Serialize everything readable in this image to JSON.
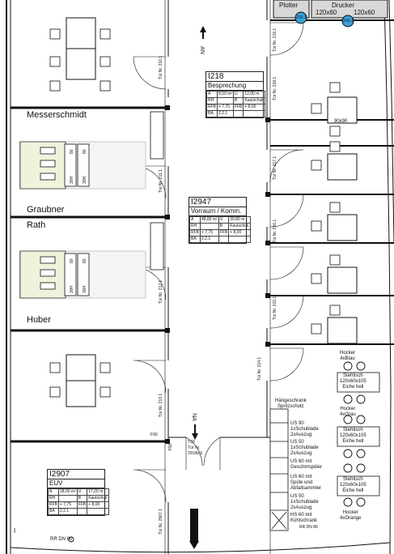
{
  "rooms": [
    {
      "number": "I218",
      "name": "Besprechung",
      "rows": [
        [
          "A",
          "8,50 m²",
          "U",
          "12,00 m"
        ],
        [
          "RH",
          "",
          "B",
          "Kautschuk"
        ],
        [
          "RFB",
          "+ 7,75",
          "FFB",
          "+ 8,00"
        ],
        [
          "BA",
          "2.2.1",
          "",
          ""
        ]
      ]
    },
    {
      "number": "I2947",
      "name": "Vorraum / Komm.",
      "rows": [
        [
          "A",
          "48,80 m²",
          "U",
          "39,80 m"
        ],
        [
          "RH",
          "",
          "B",
          "Kautschuk"
        ],
        [
          "RFB",
          "+ 7,75",
          "FFB",
          "+ 8,00"
        ],
        [
          "BA",
          "2.2.1",
          "",
          ""
        ]
      ]
    },
    {
      "number": "I2907",
      "name": "EUV",
      "rows": [
        [
          "A",
          "18,00 m²",
          "U",
          "17,20 m"
        ],
        [
          "RH",
          "",
          "B",
          "Kautschuk"
        ],
        [
          "RFB",
          "+ 7,75",
          "FFB",
          "+ 8,00"
        ],
        [
          "BA",
          "2.2.1",
          "",
          ""
        ]
      ]
    }
  ],
  "names": {
    "messerschmidt": "Messerschmidt",
    "graubner": "Graubner",
    "rath": "Rath",
    "huber": "Huber"
  },
  "top_right": {
    "plotter": "Plotter",
    "drucker": "Drucker",
    "size1": "120x60",
    "size2": "120x60",
    "tag1": "219.1",
    "tag2": "219.1"
  },
  "table_sizes": {
    "t1": "90x90"
  },
  "desk_labels": [
    "80",
    "30H",
    "80",
    "30H",
    "80",
    "30H",
    "80",
    "30H"
  ],
  "door_labels": [
    "Tür Nr. 218.1",
    "Tür Nr. 218.1",
    "Tür Nr. 217.1",
    "Tür Nr. 216.1",
    "Tür Nr. 215.1",
    "Tür Nr. 214.1",
    "Tür Nr. 213.1",
    "Tür Nr. 212.1",
    "Tür Nr. 211.1",
    "Tür Nr. 210.1",
    "Tür Nr. 219.1",
    "Tür Nr. 2907.1",
    "T30",
    "Tür Nr.",
    "2916b.3",
    "F90",
    "F90"
  ],
  "arrows": {
    "up": "AN",
    "down": "NA"
  },
  "kitchen": {
    "title": "Hängeschrank\nSpritzschutz",
    "items": [
      "US 90\n1xSchublade\n2xAuszug",
      "US 50\n1xSchublade\n2xAuszug",
      "US 60 mit\nGeschirrspüler",
      "US 60 mit\nSpüle und\nAbfallsammler",
      "US 50\n1xSchublade\n2xAuszug",
      "HS 60 mit\nKühlschrank"
    ]
  },
  "stools": [
    {
      "label": "Hocker\n4xBlau"
    },
    {
      "label": "Hocker\n4xGrau"
    },
    {
      "label": "Hocker\n4xOrange"
    }
  ],
  "stehtische": [
    "Stehtisch\n120x60x105\nEiche hell",
    "Stehtisch\n120x60x105\nEiche hell",
    "Stehtisch\n120x60x105\nEiche hell"
  ],
  "bottom": {
    "rr": "RR DN 80",
    "rr2": "RR DN 80",
    "i": "I"
  }
}
